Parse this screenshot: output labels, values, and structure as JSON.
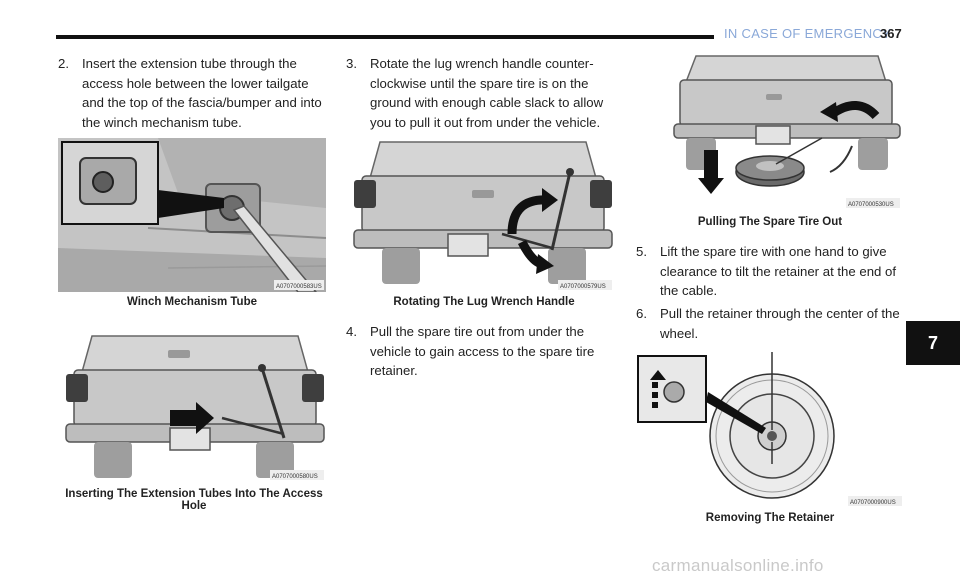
{
  "header": {
    "title": "IN CASE OF EMERGENCY",
    "page_number": "367"
  },
  "chapter_tab": "7",
  "steps": [
    {
      "num": "2.",
      "text": "Insert the extension tube through the access hole between the lower tailgate and the top of the fascia/bumper and into the winch mechanism tube."
    },
    {
      "num": "3.",
      "text": "Rotate the lug wrench handle counter-clockwise until the spare tire is on the ground with enough cable slack to allow you to pull it out from under the vehicle."
    },
    {
      "num": "4.",
      "text": "Pull the spare tire out from under the vehicle to gain access to the spare tire retainer."
    },
    {
      "num": "5.",
      "text": "Lift the spare tire with one hand to give clearance to tilt the retainer at the end of the cable."
    },
    {
      "num": "6.",
      "text": "Pull the retainer through the center of the wheel."
    }
  ],
  "figures": [
    {
      "code": "A0707000583US",
      "caption": "Winch Mechanism Tube"
    },
    {
      "code": "A0707000580US",
      "caption": "Inserting The Extension Tubes Into The Access Hole"
    },
    {
      "code": "A0707000579US",
      "caption": "Rotating The Lug Wrench Handle"
    },
    {
      "code": "A0707000530US",
      "caption": "Pulling The Spare Tire Out"
    },
    {
      "code": "A0707000900US",
      "caption": "Removing The Retainer"
    }
  ],
  "watermark": "carmanualsonline.info"
}
